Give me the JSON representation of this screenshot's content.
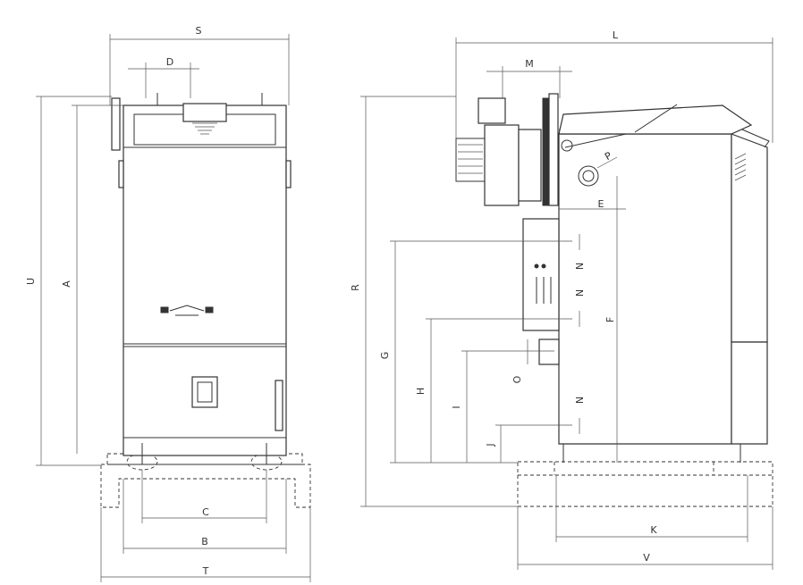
{
  "front_view": {
    "dimensions": {
      "S": "S",
      "D": "D",
      "U": "U",
      "A": "A",
      "C": "C",
      "B": "B",
      "T": "T"
    }
  },
  "side_view": {
    "dimensions": {
      "L": "L",
      "M": "M",
      "P": "P",
      "E": "E",
      "R": "R",
      "G": "G",
      "H": "H",
      "I": "I",
      "J": "J",
      "O": "O",
      "N1": "N",
      "N2": "N",
      "N3": "N",
      "F": "F",
      "K": "K",
      "V": "V"
    }
  },
  "colors": {
    "line": "#333333",
    "background": "#ffffff"
  }
}
